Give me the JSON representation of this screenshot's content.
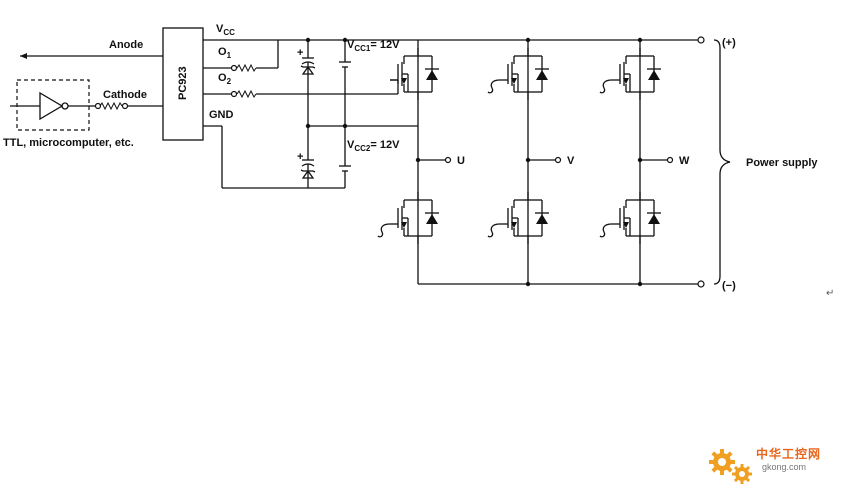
{
  "labels": {
    "anode": "Anode",
    "cathode": "Cathode",
    "ttl": "TTL, microcomputer, etc.",
    "chip": "PC923",
    "vcc_main": "V",
    "vcc_sub": "CC",
    "o1_main": "O",
    "o1_sub": "1",
    "o2_main": "O",
    "o2_sub": "2",
    "gnd": "GND",
    "vcc1_main": "V",
    "vcc1_sub": "CC1",
    "vcc1_val": "= 12V",
    "vcc2_main": "V",
    "vcc2_sub": "CC2",
    "vcc2_val": "= 12V",
    "plus1": "+",
    "plus2": "+",
    "u": "U",
    "v": "V",
    "w": "W",
    "pos": "(+)",
    "neg": "(−)",
    "power_supply": "Power supply",
    "return_mark": "↵"
  },
  "watermark": {
    "text": "中华工控网",
    "sub": "gkong.com",
    "gear_color": "#f0a020"
  }
}
